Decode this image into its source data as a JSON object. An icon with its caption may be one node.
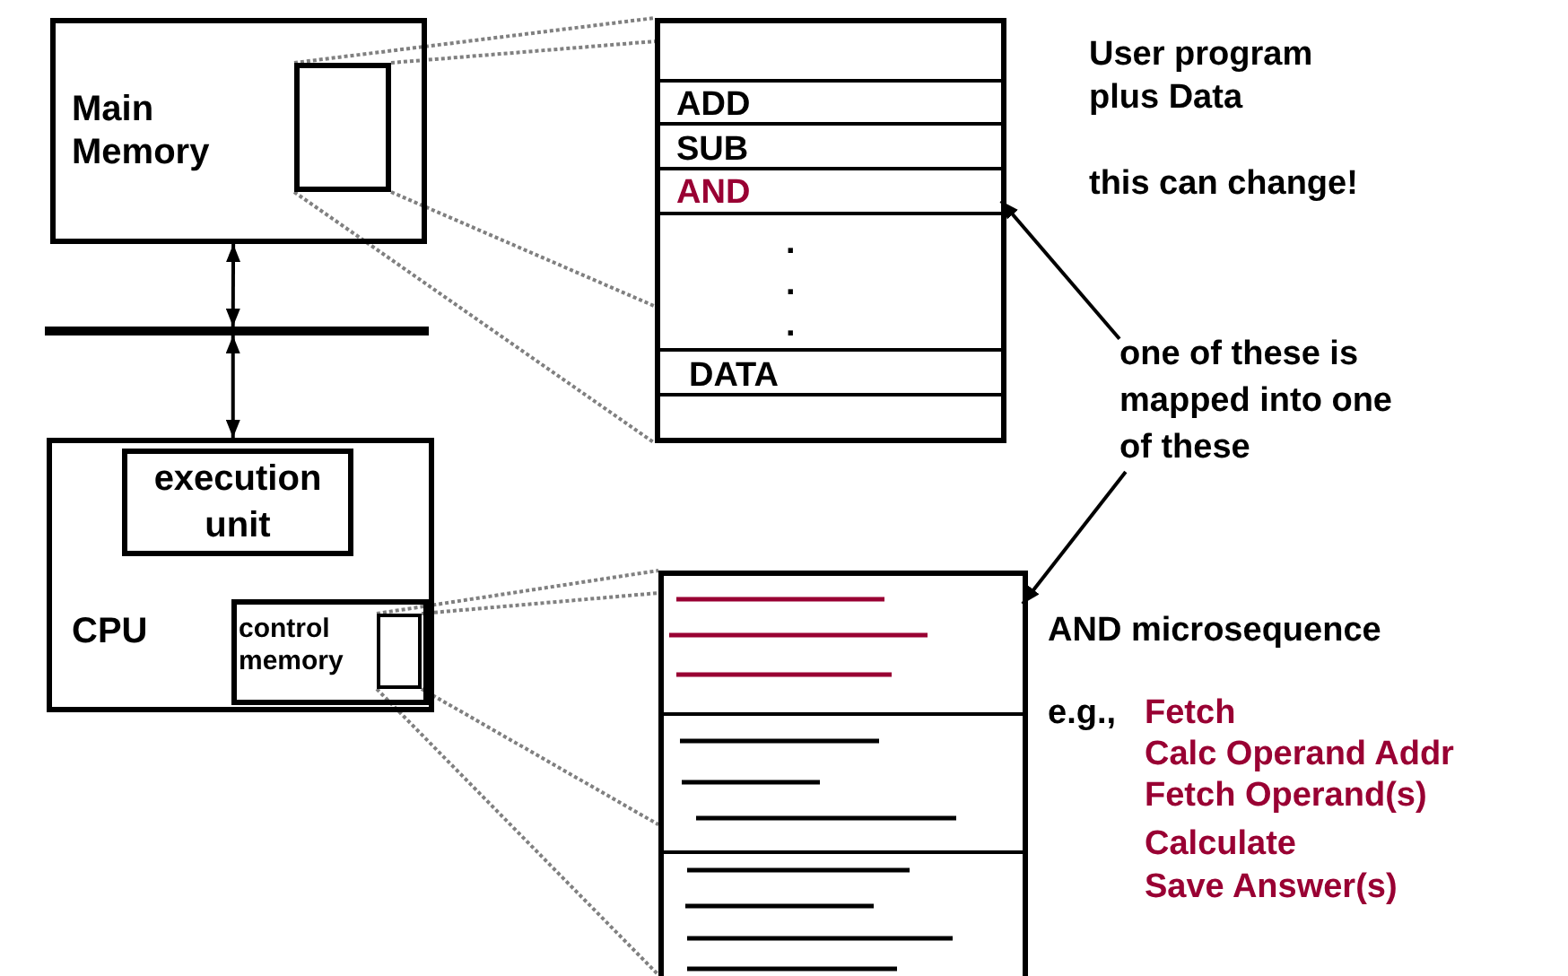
{
  "diagram": {
    "nodes": [
      {
        "text": [
          "Main Memory"
        ]
      },
      {
        "text": [],
        "shape": "box",
        "in": 0
      },
      {
        "text": [],
        "shape": "bar"
      },
      {
        "text": [
          "CPU"
        ]
      },
      {
        "text": [
          "execution unit"
        ],
        "in": 3
      },
      {
        "text": [
          "control memory"
        ],
        "in": 3
      },
      {
        "text": [],
        "shape": "box",
        "in": 5
      },
      {
        "text": [],
        "shape": "box"
      },
      {
        "text": [],
        "shape": "box",
        "in": 7
      },
      {
        "text": [
          "ADD"
        ],
        "in": 7
      },
      {
        "text": [
          "SUB"
        ],
        "in": 7
      },
      {
        "text": [
          "AND"
        ],
        "in": 7
      },
      {
        "text": [
          ".",
          ".",
          "."
        ],
        "in": 7
      },
      {
        "text": [
          "DATA"
        ],
        "in": 7
      },
      {
        "text": [],
        "shape": "box"
      },
      {
        "text": [],
        "shape": "box",
        "in": 14
      },
      {
        "text": [],
        "shape": "box",
        "in": 14
      },
      {
        "text": [],
        "shape": "box",
        "in": 14
      },
      {
        "text": [
          "one of these is mapped into one of these"
        ]
      }
    ],
    "edges": [
      {
        "from": 0,
        "to": 2,
        "arrow": "both",
        "color": "#000000"
      },
      {
        "from": 2,
        "to": 3,
        "arrow": "both",
        "color": "#000000"
      },
      {
        "from": 1,
        "to": 7,
        "arrow": "none",
        "style": "dashed",
        "color": "#808080"
      },
      {
        "from": 1,
        "to": 7,
        "arrow": "none",
        "style": "dashed",
        "color": "#808080"
      },
      {
        "from": 1,
        "to": 7,
        "arrow": "none",
        "style": "dashed",
        "color": "#808080"
      },
      {
        "from": 1,
        "to": 7,
        "arrow": "none",
        "style": "dashed",
        "color": "#808080"
      },
      {
        "from": 6,
        "to": 14,
        "arrow": "none",
        "style": "dashed",
        "color": "#808080"
      },
      {
        "from": 6,
        "to": 14,
        "arrow": "none",
        "style": "dashed",
        "color": "#808080"
      },
      {
        "from": 6,
        "to": 14,
        "arrow": "none",
        "style": "dashed",
        "color": "#808080"
      },
      {
        "from": 6,
        "to": 14,
        "arrow": "none",
        "style": "dashed",
        "color": "#808080"
      },
      {
        "from": 18,
        "to": 11,
        "arrow": "to",
        "color": "#000000"
      },
      {
        "from": 18,
        "to": 15,
        "arrow": "to",
        "color": "#000000"
      }
    ],
    "labels": [
      "User program plus Data",
      "this can change!",
      "AND microsequence",
      "e.g.,",
      "Fetch",
      "Calc Operand Addr",
      "Fetch Operand(s)",
      "Calculate",
      "Save Answer(s)"
    ]
  }
}
